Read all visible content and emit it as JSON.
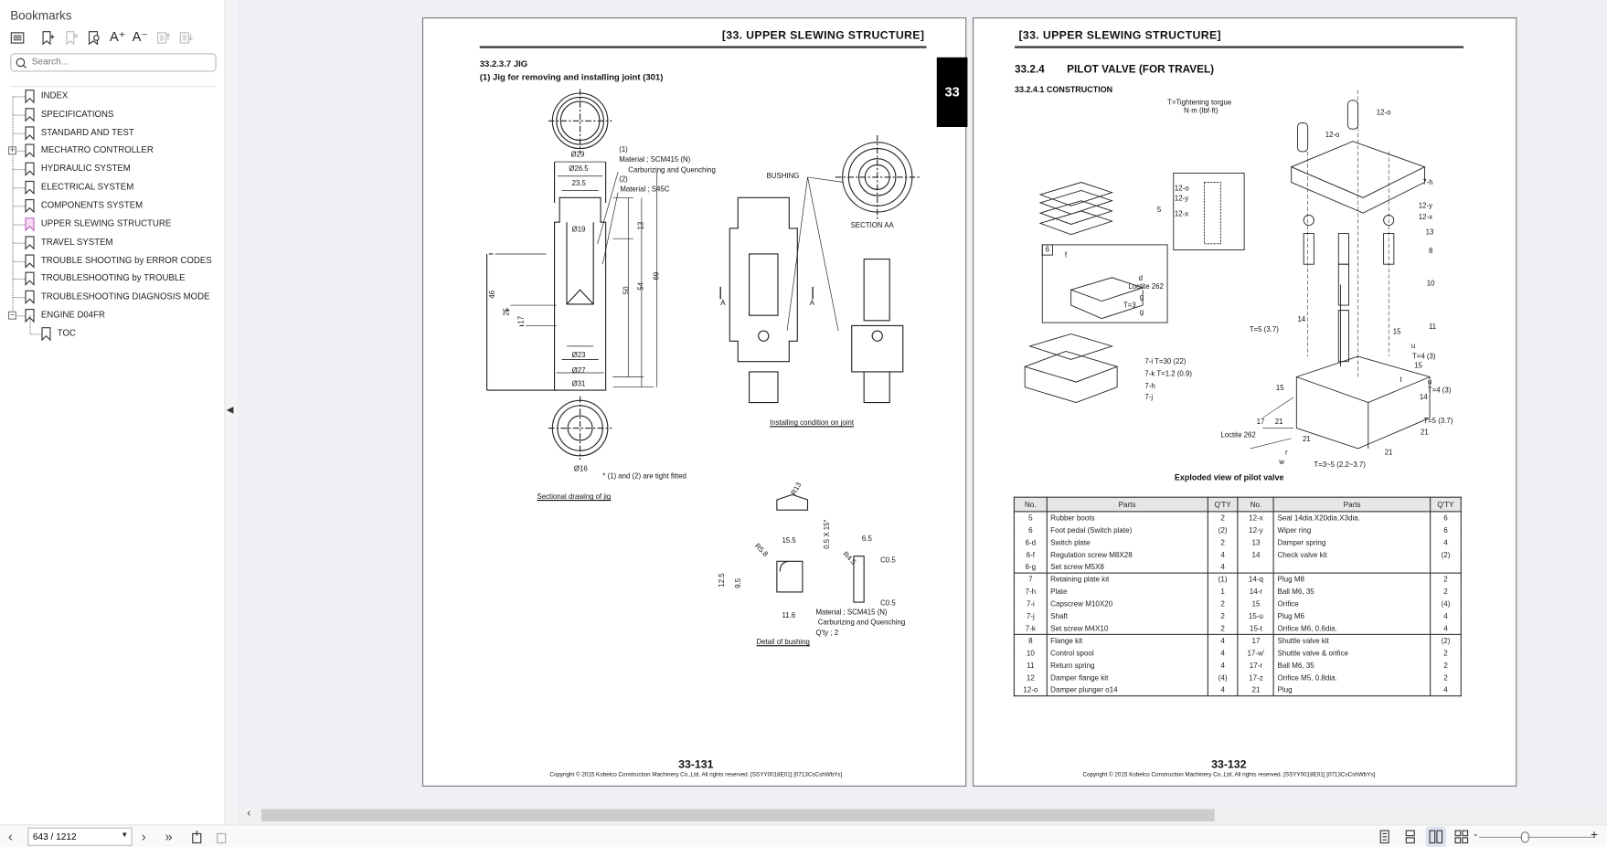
{
  "sidebar": {
    "title": "Bookmarks",
    "search_placeholder": "Search...",
    "items": [
      {
        "label": "INDEX"
      },
      {
        "label": "SPECIFICATIONS"
      },
      {
        "label": "STANDARD AND TEST"
      },
      {
        "label": "MECHATRO CONTROLLER"
      },
      {
        "label": "HYDRAULIC SYSTEM"
      },
      {
        "label": "ELECTRICAL SYSTEM"
      },
      {
        "label": "COMPONENTS SYSTEM"
      },
      {
        "label": "UPPER SLEWING STRUCTURE"
      },
      {
        "label": "TRAVEL SYSTEM"
      },
      {
        "label": "TROUBLE SHOOTING by ERROR CODES"
      },
      {
        "label": "TROUBLESHOOTING by TROUBLE"
      },
      {
        "label": "TROUBLESHOOTING DIAGNOSIS MODE"
      },
      {
        "label": "ENGINE D04FR"
      },
      {
        "label": "TOC"
      }
    ]
  },
  "left_page": {
    "header": "[33.  UPPER SLEWING STRUCTURE]",
    "tab": "33",
    "section": "33.2.3.7  JIG",
    "subsection": "(1)  Jig for removing and installing joint (301)",
    "labels": [
      "Ø29",
      "Ø26.5",
      "23.5",
      "Ø19",
      "Ø23",
      "Ø27",
      "Ø31",
      "Ø16",
      "46",
      "25",
      "17",
      "13",
      "50",
      "54",
      "69",
      "(1)",
      "Material ; SCM415 (N)",
      "Carburizing and Quenching",
      "(2)",
      "Material ; S45C",
      "* (1) and (2) are tight fitted",
      "Sectional drawing of jig",
      "BUSHING",
      "SECTION AA",
      "A",
      "A",
      "Installing condition on joint",
      "R13",
      "0.5 X 15°",
      "15.5",
      "R5.8",
      "6.5",
      "R4.5",
      "C0.5",
      "12.5",
      "9.5",
      "C0.5",
      "11.6",
      "Material ; SCM415 (N)",
      "Carburizing and Quenching",
      "Q'ty ; 2",
      "Detail of bushing"
    ],
    "page_number": "33-131",
    "copyright": "Copyright © 2015 Kobelco Construction Machinery Co.,Ltd. All rights reserved. [SSYY0018E01]  [0713CsCshWbYs]"
  },
  "right_page": {
    "header": "[33.  UPPER SLEWING STRUCTURE]",
    "section_no": "33.2.4",
    "section_title": "PILOT VALVE (FOR TRAVEL)",
    "subsection": "33.2.4.1  CONSTRUCTION",
    "torque_note": "T=Tightening torgue",
    "torque_unit": "N·m (lbf·ft)",
    "labels": [
      "12-o",
      "12-o",
      "7-h",
      "12-y",
      "12-x",
      "13",
      "8",
      "10",
      "11",
      "5",
      "6",
      "f",
      "d",
      "Loctite 262",
      "g",
      "T=3",
      "g",
      "12-o",
      "12-y",
      "12-x",
      "T=5 (3.7)",
      "14",
      "15",
      "u",
      "T=4 (3)",
      "15",
      "t",
      "u",
      "T=4 (3)",
      "14",
      "T=5 (3.7)",
      "21",
      "7-i  T=30 (22)",
      "7-k  T=1.2 (0.9)",
      "7-h",
      "7-j",
      "15",
      "17",
      "21",
      "Loctite 262",
      "21",
      "r",
      "w",
      "T=3~5 (2.2~3.7)",
      "21"
    ],
    "caption": "Exploded view of pilot valve",
    "table": {
      "headers": [
        "No.",
        "Parts",
        "Q'TY",
        "No.",
        "Parts",
        "Q'TY"
      ],
      "groups": [
        [
          [
            "5",
            "Rubber boots",
            "2",
            "12-x",
            "Seal 14dia.X20dia.X3dia.",
            "6"
          ],
          [
            "6",
            "Foot pedal (Switch plate)",
            "(2)",
            "12-y",
            "Wiper ring",
            "6"
          ],
          [
            "6-d",
            "Switch plate",
            "2",
            "13",
            "Damper spring",
            "4"
          ],
          [
            "6-f",
            "Regulation screw M8X28",
            "4",
            "14",
            "Check valve kit",
            "(2)"
          ],
          [
            "6-g",
            "Set screw M5X8",
            "4",
            "",
            "",
            ""
          ]
        ],
        [
          [
            "7",
            "Retaining plate kit",
            "(1)",
            "14-q",
            "Plug M8",
            "2"
          ],
          [
            "7-h",
            "Plate",
            "1",
            "14-r",
            "Ball M6, 35",
            "2"
          ],
          [
            "7-i",
            "Capscrew M10X20",
            "2",
            "15",
            "Orifice",
            "(4)"
          ],
          [
            "7-j",
            "Shaft",
            "2",
            "15-u",
            "Plug M6",
            "4"
          ],
          [
            "7-k",
            "Set screw M4X10",
            "2",
            "15-t",
            "Orifice M6, 0.6dia.",
            "4"
          ]
        ],
        [
          [
            "8",
            "Flange kit",
            "4",
            "17",
            "Shuttle valve kit",
            "(2)"
          ],
          [
            "10",
            "Control spool",
            "4",
            "17-w'",
            "Shuttle valve & orifice",
            "2"
          ],
          [
            "11",
            "Return spring",
            "4",
            "17-r",
            "Ball M6, 35",
            "2"
          ],
          [
            "12",
            "Damper flange kit",
            "(4)",
            "17-z",
            "Orifice M5, 0.8dia.",
            "2"
          ],
          [
            "12-o",
            "Damper plunger o14",
            "4",
            "21",
            "Plug",
            "4"
          ]
        ]
      ]
    },
    "page_number": "33-132",
    "copyright": "Copyright © 2015 Kobelco Construction Machinery Co.,Ltd. All rights reserved. [SSYY0018E01]  [0713CsCshWbYs]"
  },
  "navigation": {
    "page_value": "643 / 1212",
    "zoom_fraction": 0.4
  },
  "colors": {
    "active_bookmark": "#c060c0",
    "thumb": "#cdcdcd"
  }
}
